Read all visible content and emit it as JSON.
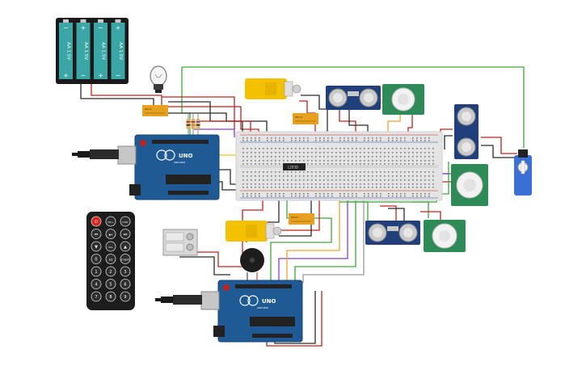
{
  "canvas": {
    "background": "#ffffff"
  },
  "colors": {
    "arduino_blue": "#1f5a95",
    "arduino_dark": "#16456f",
    "battery_teal": "#3aa6a6",
    "battery_black": "#1a1a1a",
    "breadboard": "#e4e4e4",
    "sensor_blue": "#213f7a",
    "pir_green": "#2e8b57",
    "motor_yellow": "#f2c200",
    "relay_orange": "#e8a020",
    "remote_black": "#1d1d1d",
    "servo_blue": "#3a6fd6",
    "wire_red": "#c0221d",
    "wire_black": "#2b2b2b",
    "wire_green": "#3aaa35",
    "wire_purple": "#8a3fbf",
    "wire_orange": "#f0a030",
    "wire_gray": "#9a9a9a"
  },
  "battery": {
    "cells": [
      "AA 1.5V",
      "AA 1.5V",
      "AA 1.5V",
      "AA 1.5V"
    ],
    "minus": "−",
    "plus": "+"
  },
  "arduino_top": {
    "model": "UNO",
    "brand": "ARDUINO"
  },
  "arduino_bottom": {
    "model": "UNO",
    "brand": "ARDUINO"
  },
  "ic_chip": {
    "label": "L293D"
  },
  "relays": [
    "RELAY",
    "RELAY",
    "RELAY"
  ],
  "remote": {
    "buttons": [
      "⏻",
      "VOL+",
      "FUNC",
      "⏮",
      "▶⏸",
      "⏭",
      "▼",
      "VOL-",
      "▲",
      "0",
      "EQ",
      "ST/REPT",
      "1",
      "2",
      "3",
      "4",
      "5",
      "6",
      "7",
      "8",
      "9"
    ]
  },
  "icons": {
    "bulb": "lightbulb-icon",
    "buzzer": "piezo-buzzer-icon",
    "usb_plug": "usb-plug-icon"
  }
}
